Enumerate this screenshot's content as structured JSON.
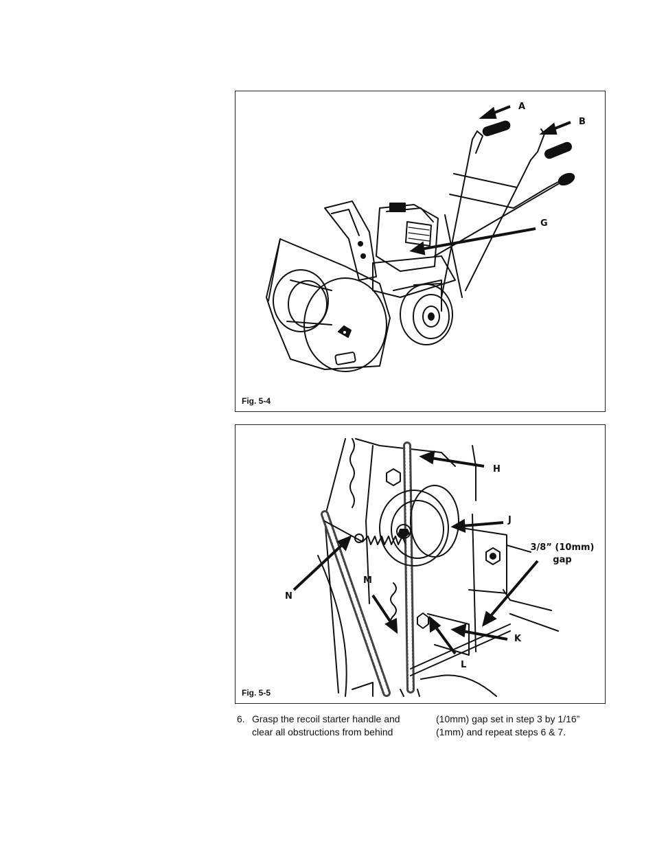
{
  "figures": [
    {
      "caption": "Fig. 5-4",
      "callouts": [
        "A",
        "B",
        "G"
      ]
    },
    {
      "caption": "Fig. 5-5",
      "callouts": [
        "H",
        "J",
        "M",
        "N",
        "K",
        "L"
      ],
      "gap_label": {
        "line1": "3/8” (10mm)",
        "line2": "gap"
      }
    }
  ],
  "text": {
    "col1": {
      "step_number": "6.",
      "line1": "Grasp the recoil starter handle and",
      "line2": "clear all obstructions from behind"
    },
    "col2": {
      "line1": "(10mm) gap set in step 3 by 1/16”",
      "line2": "(1mm) and repeat steps 6 & 7."
    }
  }
}
